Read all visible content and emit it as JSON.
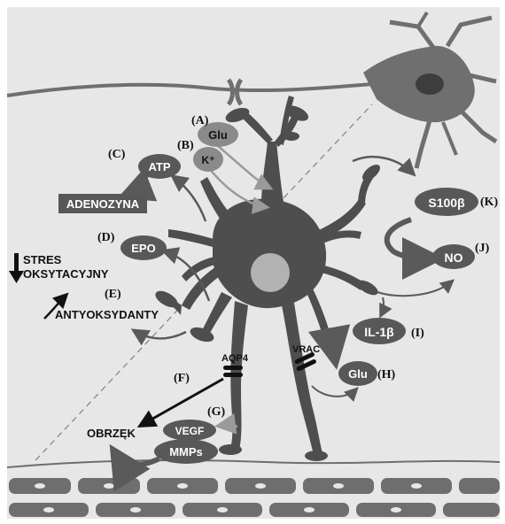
{
  "colors": {
    "background": "#e7e7e7",
    "astrocyte": "#4e4e4e",
    "neuron": "#6f6f6f",
    "nucleus": "#b2b2b2",
    "pill_dark": "#585858",
    "pill_light": "#8a8a8a",
    "arrow_dark": "#5a5a5a",
    "arrow_light": "#9a9a9a",
    "vessel": "#6e6e6e"
  },
  "labels": {
    "a": "(A)",
    "b": "(B)",
    "c": "(C)",
    "d": "(D)",
    "e": "(E)",
    "f": "(F)",
    "g": "(G)",
    "h": "(H)",
    "i": "(I)",
    "j": "(J)",
    "k": "(K)"
  },
  "molecules": {
    "glu_top": "Glu",
    "k_plus": "K⁺",
    "atp": "ATP",
    "adenozyna": "ADENOZYNA",
    "epo": "EPO",
    "s100b": "S100β",
    "no": "NO",
    "il1b": "IL-1β",
    "glu_bottom": "Glu",
    "vegf": "VEGF",
    "mmps": "MMPs"
  },
  "text": {
    "stres_line1": "STRES",
    "stres_line2": "OKSYTACYJNY",
    "antyoksydanty": "ANTYOKSYDANTY",
    "aqp4": "AQP4",
    "vrac": "VRAC",
    "obrzek": "OBRZĘK"
  }
}
